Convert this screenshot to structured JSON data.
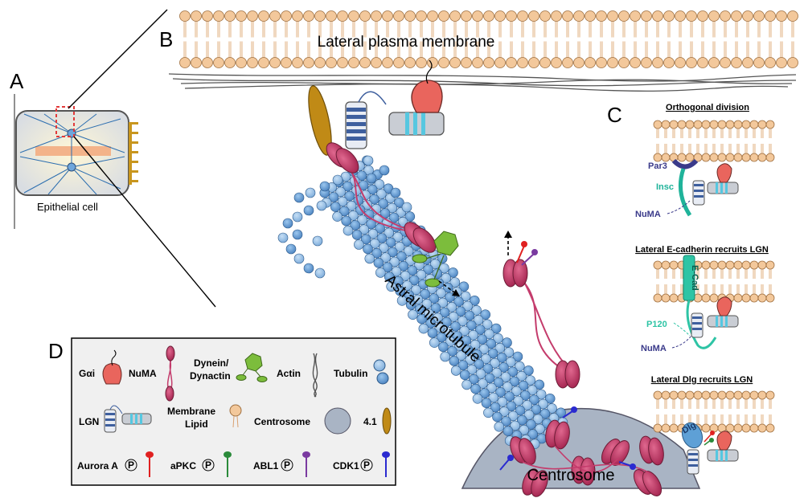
{
  "panels": {
    "a": "A",
    "b": "B",
    "c": "C",
    "d": "D"
  },
  "panel_a": {
    "caption": "Epithelial cell"
  },
  "panel_b": {
    "membrane_label": "Lateral plasma membrane",
    "microtubule_label": "Astral microtubule",
    "centrosome_label": "Centrosome"
  },
  "panel_c": {
    "orthogonal": {
      "title": "Orthogonal division",
      "par3": "Par3",
      "insc": "Insc",
      "numa": "NuMA"
    },
    "ecad": {
      "title": "Lateral E-cadherin recruits LGN",
      "ecad": "E-Cad",
      "p120": "P120",
      "numa": "NuMA"
    },
    "dlg": {
      "title": "Lateral Dlg recruits LGN",
      "dlg": "Dlg"
    }
  },
  "legend": {
    "gai": "Gαi",
    "numa": "NuMA",
    "dynein_1": "Dynein/",
    "dynein_2": "Dynactin",
    "actin": "Actin",
    "tubulin": "Tubulin",
    "lgn": "LGN",
    "membrane_1": "Membrane",
    "membrane_2": "Lipid",
    "centrosome": "Centrosome",
    "band41": "4.1",
    "aurora": "Aurora A",
    "apkc": "aPKC",
    "abl1": "ABL1",
    "cdk1": "CDK1",
    "phospho": "P"
  },
  "colors": {
    "lipid_head": "#f3c89b",
    "numa": "#c43c6c",
    "gai": "#e9655d",
    "lgn": "#3e5f9e",
    "tubulin": "#6fa6dc",
    "dynein": "#7cbd3c",
    "band41": "#c08a16",
    "aurora": "#e02020",
    "apkc": "#2a8a3a",
    "abl1": "#7a3aa0",
    "cdk1": "#2a2ad0",
    "insc": "#1fb39a",
    "par3": "#3a3a8a",
    "centrosome": "#a9b4c4"
  }
}
